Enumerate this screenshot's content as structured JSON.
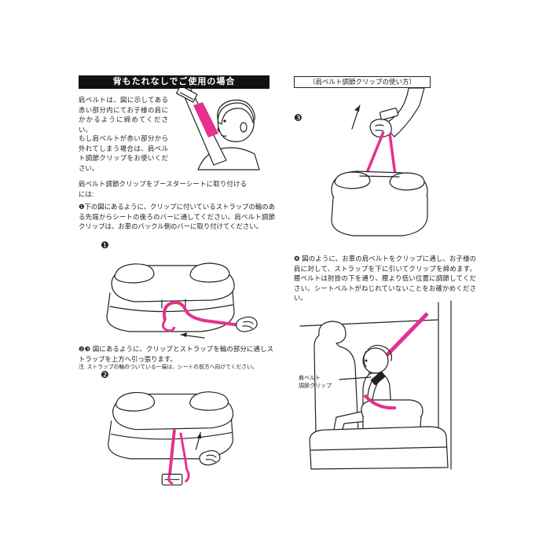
{
  "headers": {
    "left_title": "背もたれなしでご使用の場合",
    "right_title": "（肩ベルト調節クリップの使い方）"
  },
  "left_column": {
    "intro_1": "肩ベルトは、図に示してある赤い部分内にてお子様の肩にかかるように締めてください。",
    "intro_2": "もし肩ベルトが赤い部分から外れてしまう場合は、肩ベルト調節クリップをお使いください。",
    "attach_lead": "肩ベルト調節クリップをブースターシートに取り付けるには:",
    "step1_marker": "❶",
    "step1_text": "下の図にあるように、クリップに付いているストラップの輪のある先端からシートの後ろのバーに通してください。肩ベルト調節クリップは、お車のバックル側のバーに取り付けてください。",
    "figure1_marker": "❶",
    "step23_marker": "❷❸",
    "step23_text": "図にあるように、クリップとストラップを輪の部分に通しストラップを上方へ引っ張ります。",
    "note": "注. ストラップの輪のついている一端は、シートの前方へ向けてください。",
    "figure2_marker": "❷"
  },
  "right_column": {
    "figure3_marker": "❸",
    "step4_marker": "❹",
    "step4_text": "図のように、お車の肩ベルトをクリップに通し、お子様の肩に対して、ストラップを下に引いてクリップを締めます。腰ベルトは肘掛の下を通り、腰より低い位置に調節してください。シートベルトがねじれていないことをお確かめください。",
    "clip_label_line1": "肩ベルト",
    "clip_label_line2": "調節クリップ"
  },
  "colors": {
    "ink": "#222222",
    "belt": "#e5308f",
    "header_bg": "#111111"
  }
}
